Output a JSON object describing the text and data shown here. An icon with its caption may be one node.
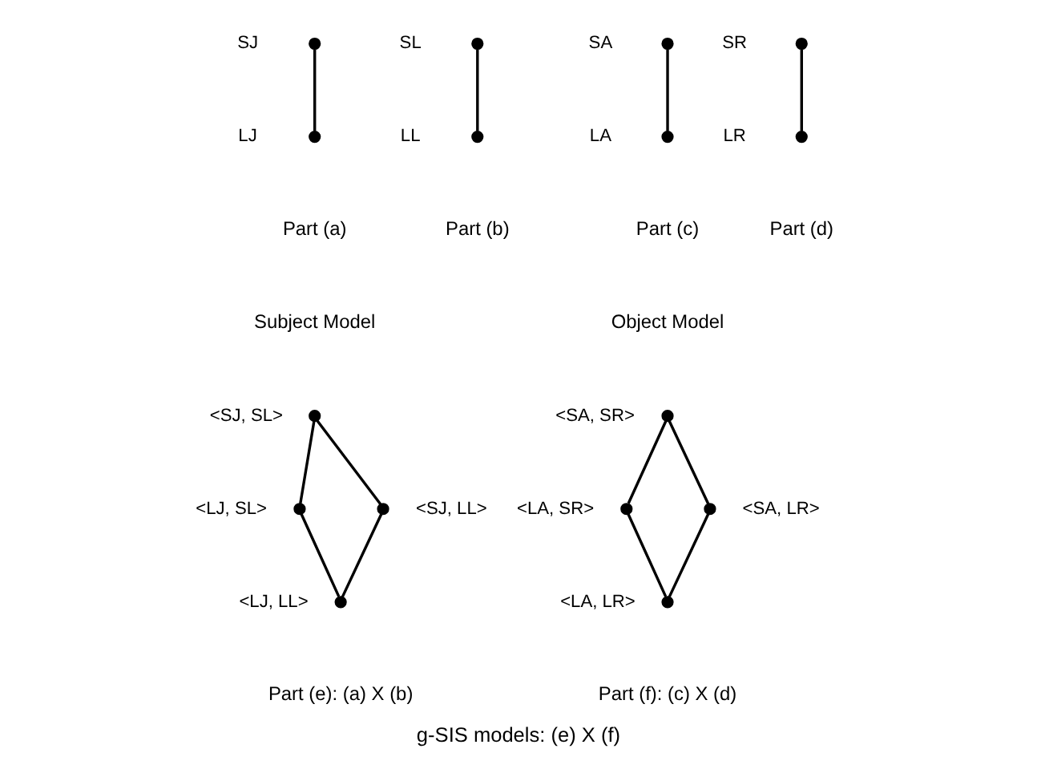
{
  "diagram": {
    "caption": "g-SIS models: (e) X (f)",
    "nodes": [
      {
        "text": [],
        "shape": "circle",
        "beside": [
          "SJ"
        ]
      },
      {
        "text": [],
        "shape": "circle",
        "beside": [
          "LJ"
        ]
      },
      {
        "text": [],
        "shape": "circle",
        "beside": [
          "SL"
        ]
      },
      {
        "text": [],
        "shape": "circle",
        "beside": [
          "LL"
        ]
      },
      {
        "text": [],
        "shape": "circle",
        "beside": [
          "SA"
        ]
      },
      {
        "text": [],
        "shape": "circle",
        "beside": [
          "LA"
        ]
      },
      {
        "text": [],
        "shape": "circle",
        "beside": [
          "SR"
        ]
      },
      {
        "text": [],
        "shape": "circle",
        "beside": [
          "LR"
        ]
      },
      {
        "text": [],
        "shape": "circle",
        "beside": [
          "<SJ, SL>"
        ]
      },
      {
        "text": [],
        "shape": "circle",
        "beside": [
          "<LJ, SL>"
        ]
      },
      {
        "text": [],
        "shape": "circle",
        "beside": [
          "<SJ, LL>"
        ]
      },
      {
        "text": [],
        "shape": "circle",
        "beside": [
          "<LJ, LL>"
        ]
      },
      {
        "text": [],
        "shape": "circle",
        "beside": [
          "<SA, SR>"
        ]
      },
      {
        "text": [],
        "shape": "circle",
        "beside": [
          "<LA, SR>"
        ]
      },
      {
        "text": [],
        "shape": "circle",
        "beside": [
          "<SA, LR>"
        ]
      },
      {
        "text": [],
        "shape": "circle",
        "beside": [
          "<LA, LR>"
        ]
      }
    ],
    "edges": [
      {
        "from": 0,
        "to": 1,
        "arrow": "none"
      },
      {
        "from": 2,
        "to": 3,
        "arrow": "none"
      },
      {
        "from": 4,
        "to": 5,
        "arrow": "none"
      },
      {
        "from": 6,
        "to": 7,
        "arrow": "none"
      },
      {
        "from": 8,
        "to": 9,
        "arrow": "none"
      },
      {
        "from": 8,
        "to": 10,
        "arrow": "none"
      },
      {
        "from": 9,
        "to": 11,
        "arrow": "none"
      },
      {
        "from": 10,
        "to": 11,
        "arrow": "none"
      },
      {
        "from": 12,
        "to": 13,
        "arrow": "none"
      },
      {
        "from": 12,
        "to": 14,
        "arrow": "none"
      },
      {
        "from": 13,
        "to": 15,
        "arrow": "none"
      },
      {
        "from": 14,
        "to": 15,
        "arrow": "none"
      }
    ],
    "labels": [
      "Part (a)",
      "Part (b)",
      "Part (c)",
      "Part (d)",
      "Subject Model",
      "Object Model",
      "Part (e): (a) X (b)",
      "Part (f): (c) X (d)"
    ]
  }
}
